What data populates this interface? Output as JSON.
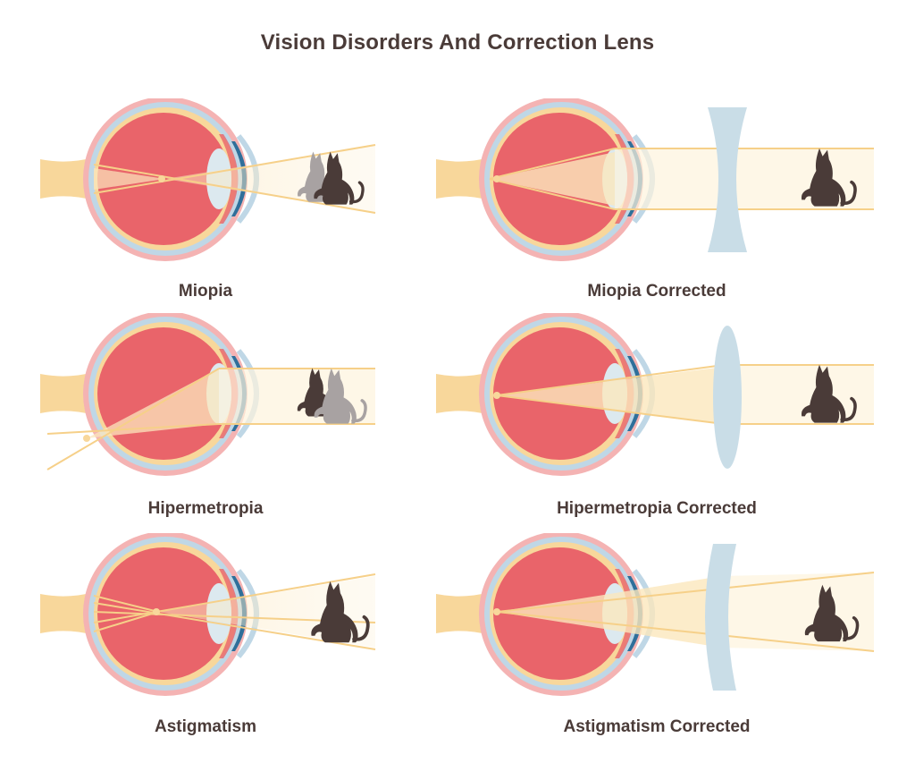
{
  "title": "Vision Disorders And Correction Lens",
  "colors": {
    "eyeball": "#e9646a",
    "sclera_outer": "#f4b3b3",
    "sclera_inner": "#bfd7e6",
    "optic_nerve": "#f8d79b",
    "lens": "#dce9ef",
    "light_ray": "#f6d089",
    "corrective_lens": "#c9dde7",
    "cat_dark": "#4a3b38",
    "cat_light": "#a8a2a2",
    "text": "#4a3b38"
  },
  "panels": [
    {
      "id": "miopia",
      "label": "Miopia"
    },
    {
      "id": "miopia-corrected",
      "label": "Miopia Corrected"
    },
    {
      "id": "hipermetropia",
      "label": "Hipermetropia"
    },
    {
      "id": "hipermetropia-corrected",
      "label": "Hipermetropia Corrected"
    },
    {
      "id": "astigmatism",
      "label": "Astigmatism"
    },
    {
      "id": "astigmatism-corrected",
      "label": "Astigmatism Corrected"
    }
  ]
}
